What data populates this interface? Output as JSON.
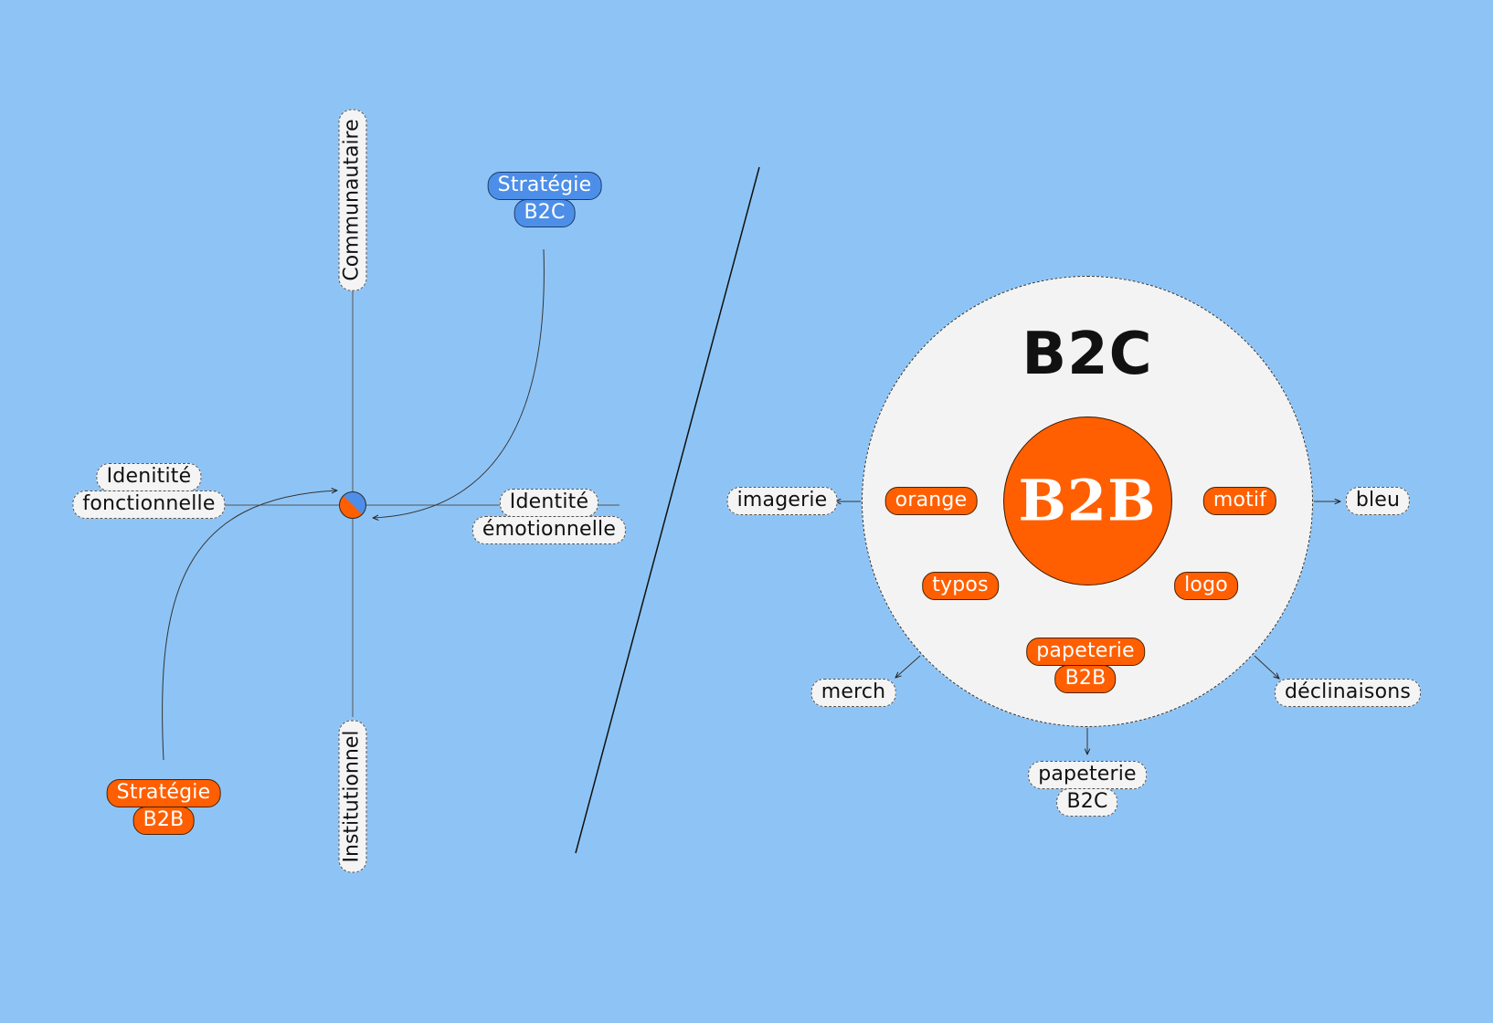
{
  "colors": {
    "background": "#8ec4f5",
    "orange": "#ff5f00",
    "blue": "#4d8fe8",
    "light": "#f3f3f3"
  },
  "left_diagram": {
    "axis_top": "Communautaire",
    "axis_bottom": "Institutionnel",
    "axis_left": [
      "Idenitité",
      "fonctionnelle"
    ],
    "axis_right": [
      "Identité",
      "émotionnelle"
    ],
    "strategy_b2c": [
      "Stratégie",
      "B2C"
    ],
    "strategy_b2b": [
      "Stratégie",
      "B2B"
    ]
  },
  "right_diagram": {
    "outer_title": "B2C",
    "core_title": "B2B",
    "inner_items": {
      "orange": "orange",
      "motif": "motif",
      "typos": "typos",
      "logo": "logo",
      "papeterie_b2b": [
        "papeterie",
        "B2B"
      ]
    },
    "outer_items": {
      "imagerie": "imagerie",
      "bleu": "bleu",
      "merch": "merch",
      "declinaisons": "déclinaisons",
      "papeterie_b2c": [
        "papeterie",
        "B2C"
      ]
    }
  }
}
